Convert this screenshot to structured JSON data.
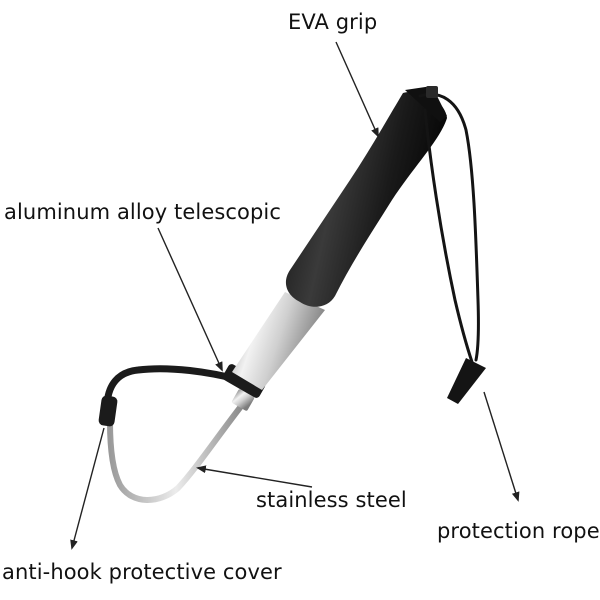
{
  "labels": {
    "eva_grip": "EVA grip",
    "aluminum": "aluminum alloy telescopic",
    "steel": "stainless steel",
    "rope": "protection rope",
    "cover": "anti-hook protective cover"
  },
  "colors": {
    "text": "#111111",
    "arrow": "#222222",
    "grip": "#1b1b1b",
    "metal": "#c9c9c9",
    "rope": "#141414",
    "hook": "#bdbdbd"
  }
}
